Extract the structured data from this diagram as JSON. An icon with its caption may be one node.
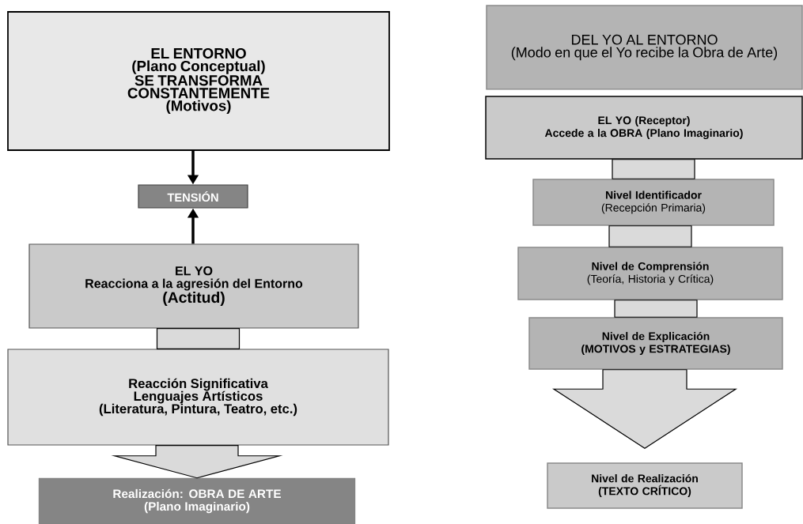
{
  "diagram": {
    "nodes": [
      {
        "text": [
          "EL ENTORNO",
          "(Plano Conceptual)",
          "SE TRANSFORMA CONSTANTEMENTE",
          "(Motivos)"
        ]
      },
      {
        "text": [
          "TENSIÓN"
        ]
      },
      {
        "text": [
          "EL YO",
          "Reacciona a la agresión del Entorno",
          "(Actitud)"
        ]
      },
      {
        "text": [
          "Reacción Significativa",
          "Lenguajes Artísticos",
          "(Literatura, Pintura, Teatro, etc.)"
        ]
      },
      {
        "text": [
          "Realización: OBRA DE ARTE",
          "(Plano Imaginario)"
        ]
      },
      {
        "text": [
          "DEL YO AL ENTORNO",
          "(Modo en que el Yo recibe la Obra de Arte)"
        ]
      },
      {
        "text": [
          "EL YO (Receptor)",
          "Accede a la OBRA (Plano Imaginario)"
        ]
      },
      {
        "text": [
          "Nivel Identificador",
          "(Recepción Primaria)"
        ]
      },
      {
        "text": [
          "Nivel de Comprensión",
          "(Teoría, Historia y Crítica)"
        ]
      },
      {
        "text": [
          "Nivel de Explicación",
          "(MOTIVOS y ESTRATEGIAS)"
        ]
      },
      {
        "text": [
          "Nivel de Realización",
          "(TEXTO CRÍTICO)"
        ]
      }
    ],
    "edges": [
      {
        "from": 0,
        "to": 1,
        "arrow": "to"
      },
      {
        "from": 2,
        "to": 1,
        "arrow": "to"
      },
      {
        "from": 2,
        "to": 3,
        "arrow": "none"
      },
      {
        "from": 3,
        "to": 4,
        "arrow": "to"
      },
      {
        "from": 6,
        "to": 7,
        "arrow": "none"
      },
      {
        "from": 7,
        "to": 8,
        "arrow": "none"
      },
      {
        "from": 8,
        "to": 9,
        "arrow": "none"
      },
      {
        "from": 9,
        "to": 10,
        "arrow": "to"
      }
    ]
  }
}
